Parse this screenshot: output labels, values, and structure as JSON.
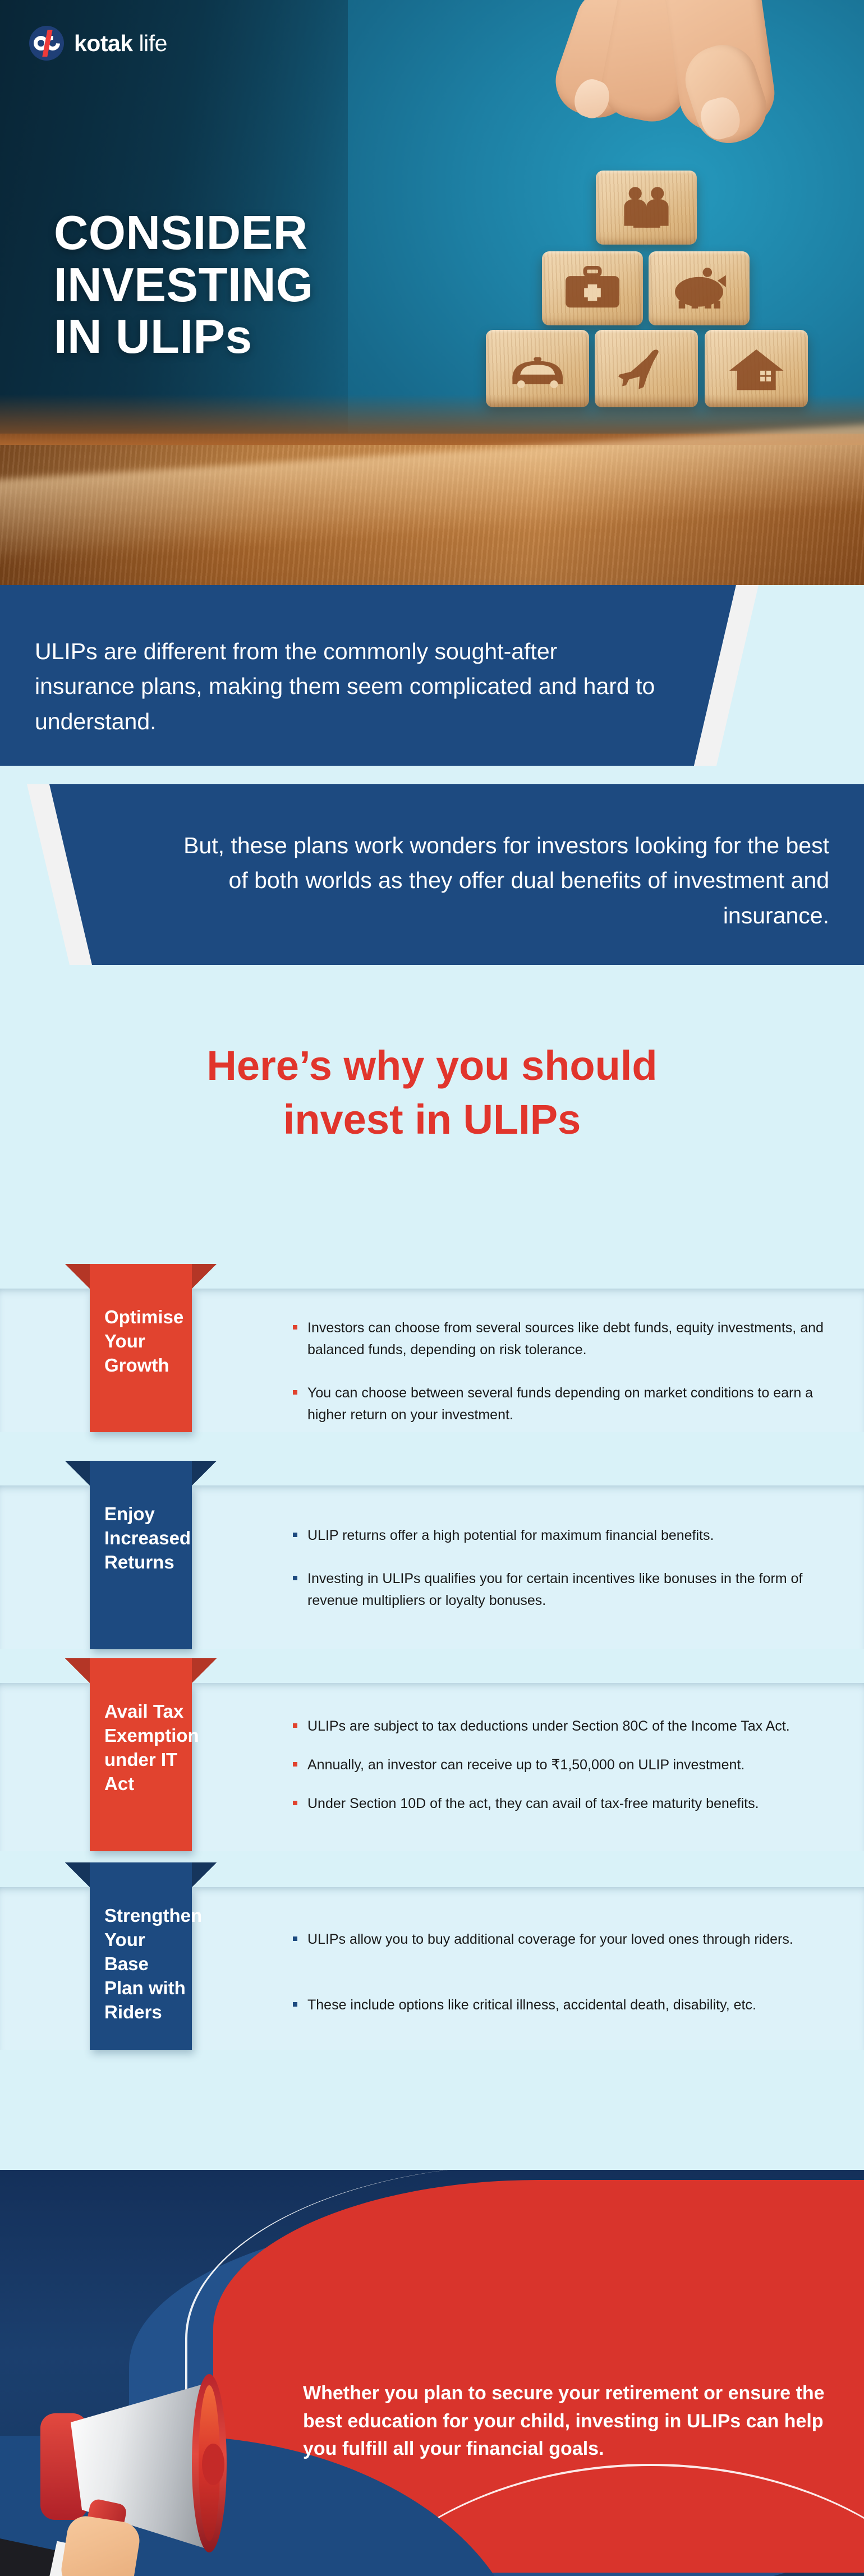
{
  "brand": {
    "name_bold": "kotak",
    "name_light": "life",
    "logo_icon": "kotak-infinity-logo",
    "accent_red": "#e1432f",
    "accent_blue": "#1d4a80",
    "page_bg": "#d9f2f8"
  },
  "hero": {
    "title_lines": [
      "CONSIDER",
      "INVESTING",
      "IN ULIPs"
    ],
    "blocks": [
      {
        "icon": "family-icon",
        "label": "family"
      },
      {
        "icon": "first-aid-kit-icon",
        "label": "health"
      },
      {
        "icon": "piggy-bank-icon",
        "label": "savings"
      },
      {
        "icon": "car-icon",
        "label": "car"
      },
      {
        "icon": "airplane-icon",
        "label": "travel"
      },
      {
        "icon": "house-icon",
        "label": "home"
      }
    ],
    "hand_icon": "hand-placing-block-icon"
  },
  "banners": [
    {
      "text": "ULIPs are different from the commonly sought-after insurance plans, making them seem complicated and hard to understand.",
      "align": "left"
    },
    {
      "text": "But, these plans work wonders for investors looking for the best of both worlds  as they offer dual benefits of investment and insurance.",
      "align": "right"
    }
  ],
  "headline": {
    "line1": "Here’s why you should",
    "line2": "invest in ULIPs"
  },
  "cards": [
    {
      "title": "Optimise Your Growth",
      "color": "red",
      "bullets": [
        "Investors can choose from several sources like debt funds, equity investments, and balanced funds, depending on risk tolerance.",
        "You can choose between several funds depending on market conditions to earn a higher return on your investment."
      ]
    },
    {
      "title": "Enjoy Increased Returns",
      "color": "blue",
      "bullets": [
        "ULIP returns offer a high potential for maximum financial benefits.",
        "Investing in ULIPs qualifies you for certain incentives like bonuses in the form of revenue multipliers or loyalty bonuses."
      ]
    },
    {
      "title": "Avail Tax Exemption under IT Act",
      "color": "red",
      "bullets": [
        "ULIPs are subject to tax deductions under Section 80C of the Income Tax Act.",
        "Annually, an investor can receive up to ₹1,50,000 on ULIP investment.",
        "Under Section 10D of the act, they can avail of tax-free maturity benefits."
      ]
    },
    {
      "title": "Strengthen Your Base Plan with Riders",
      "color": "blue",
      "bullets": [
        "ULIPs allow you to buy additional coverage for your loved ones through riders.",
        "These include options like critical illness, accidental death, disability, etc."
      ]
    }
  ],
  "footer": {
    "text": "Whether you plan to secure your retirement or ensure the best education for your child, investing in ULIPs can help you fulfill all your financial goals.",
    "icon": "megaphone-in-hand-icon"
  }
}
